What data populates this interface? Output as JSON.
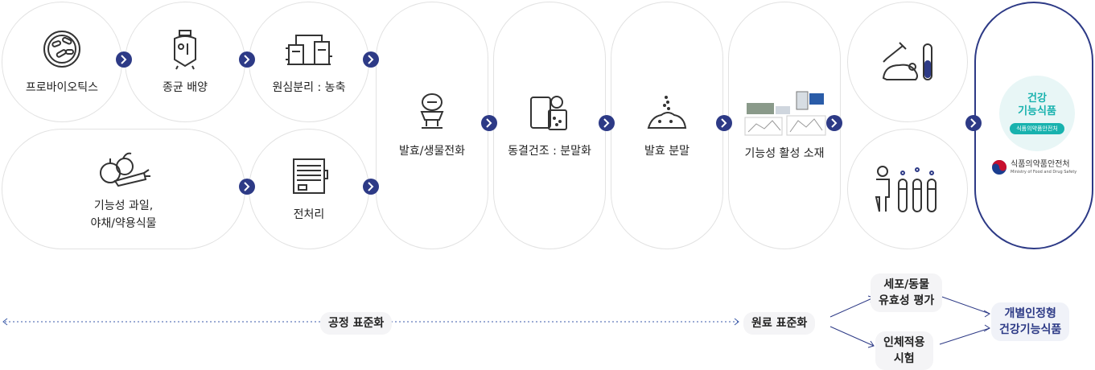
{
  "nodes": {
    "probiotics": "프로바이오틱스",
    "strain_culture": "종균 배양",
    "centrifuge": "원심분리 : 농축",
    "fruits": "기능성 과일,\n야채/약용식물",
    "pretreat": "전처리",
    "ferment": "발효/생물전화",
    "freeze_dry": "동결건조 : 분말화",
    "ferment_powder": "발효 분말",
    "active_material": "기능성 활성 소재"
  },
  "certification": {
    "badge_line1": "건강",
    "badge_line2": "기능식품",
    "badge_ribbon": "식품의약품안전처",
    "agency_kr": "식품의약품안전처",
    "agency_en": "Ministry of Food and Drug Safety"
  },
  "bottom": {
    "process_std": "공정 표준화",
    "material_std": "원료 표준화",
    "cell_animal": "세포/동물\n유효성 평가",
    "human_test": "인체적용\n시험",
    "individual": "개별인정형\n건강기능식품"
  },
  "colors": {
    "accent": "#2d3a86",
    "teal": "#18b2ae"
  }
}
